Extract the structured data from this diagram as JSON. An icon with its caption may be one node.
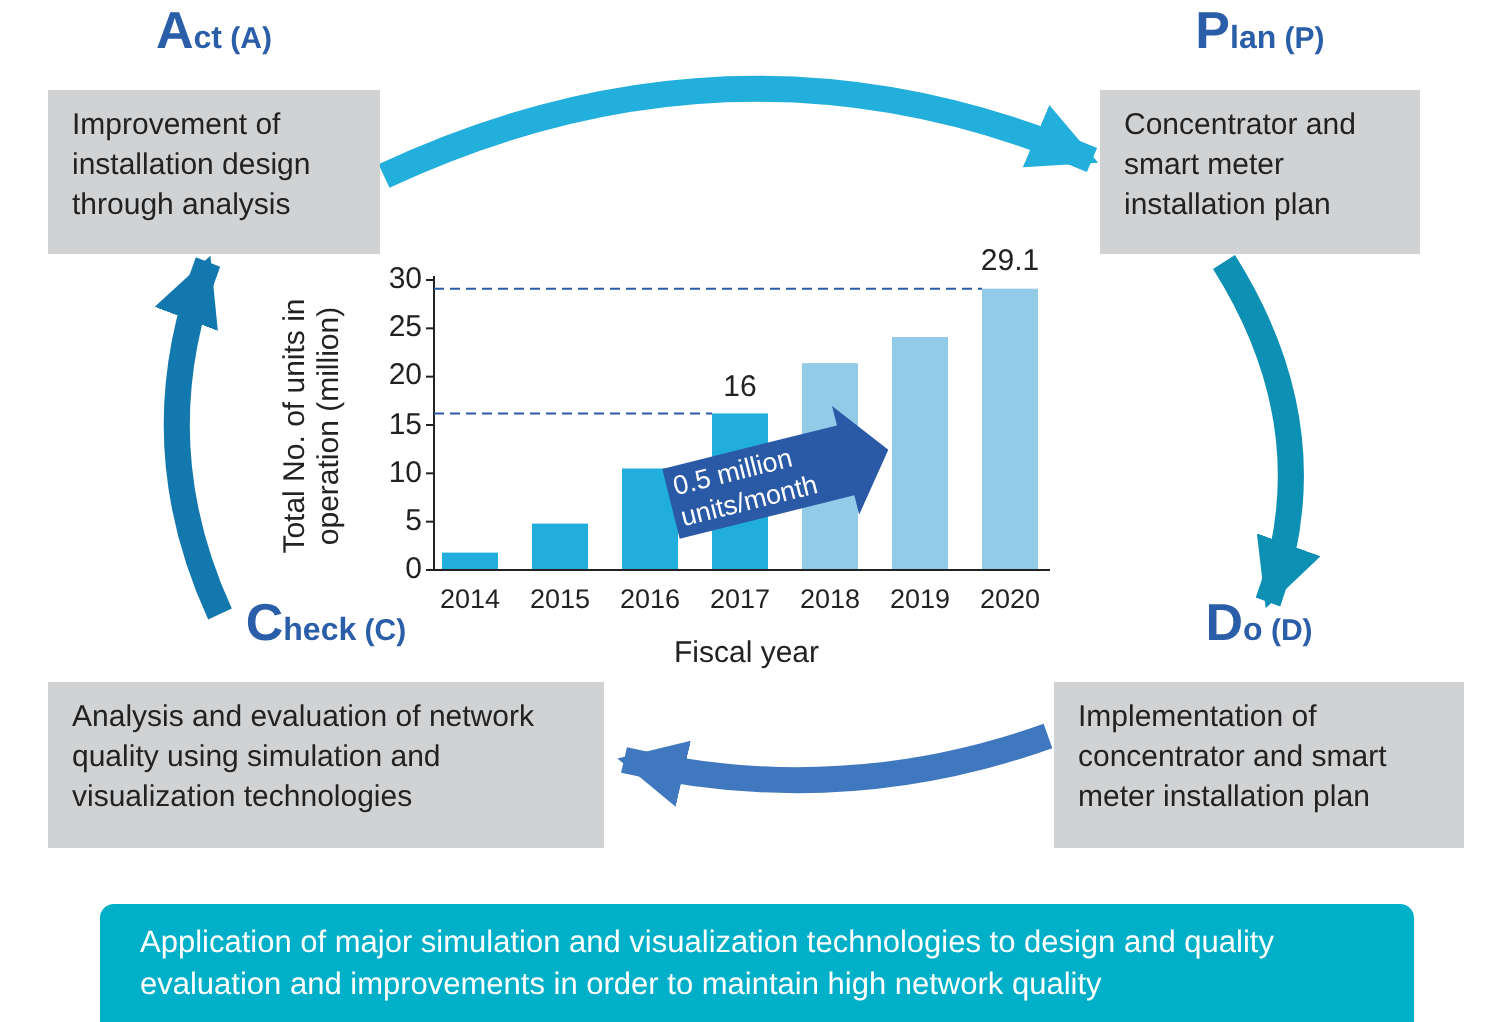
{
  "diagram": {
    "nodes": [
      {
        "text": [
          "Act (A)",
          "Improvement of installation design through analysis"
        ]
      },
      {
        "text": [
          "Plan (P)",
          "Concentrator and smart meter installation plan"
        ]
      },
      {
        "text": [
          "Do (D)",
          "Implementation of concentrator and smart meter installation plan"
        ]
      },
      {
        "text": [
          "Check (C)",
          "Analysis and evaluation of network quality using simulation and visualization technologies"
        ]
      },
      {
        "text": [
          "Application of major simulation and visualization technologies to design and quality evaluation and improvements in order to maintain high network quality"
        ]
      }
    ],
    "edges": [
      {
        "from": 0,
        "to": 1,
        "arrow": "to",
        "color": "#22afdc"
      },
      {
        "from": 1,
        "to": 2,
        "arrow": "to",
        "color": "#0d90b3"
      },
      {
        "from": 2,
        "to": 3,
        "arrow": "to",
        "color": "#3f78bf"
      },
      {
        "from": 3,
        "to": 0,
        "arrow": "to",
        "color": "#1378ad"
      }
    ],
    "chart_data": {
      "type": "bar",
      "xlabel": "Fiscal year",
      "ylabel": "Total No. of units in operation (million)",
      "categories": [
        "2014",
        "2015",
        "2016",
        "2017",
        "2018",
        "2019",
        "2020"
      ],
      "series": [
        {
          "color": "#22aedd",
          "values": [
            1.8,
            4.8,
            10.5,
            16.2,
            null,
            null,
            null
          ]
        },
        {
          "color": "#92cbe8",
          "values": [
            null,
            null,
            null,
            null,
            21.4,
            24.1,
            29.1
          ]
        }
      ],
      "stacked": true,
      "ref_lines": [
        {
          "axis": "y",
          "value": 16.2
        },
        {
          "axis": "y",
          "value": 29.1
        }
      ],
      "ylim": [
        0,
        30
      ],
      "yticks": [
        0,
        5,
        10,
        15,
        20,
        25,
        30
      ],
      "annotations": [
        {
          "text": "16",
          "x": "2017",
          "y": 16.2
        },
        {
          "text": "29.1",
          "x": "2020",
          "y": 29.1
        },
        {
          "text": "0.5 million units/month"
        }
      ]
    }
  }
}
